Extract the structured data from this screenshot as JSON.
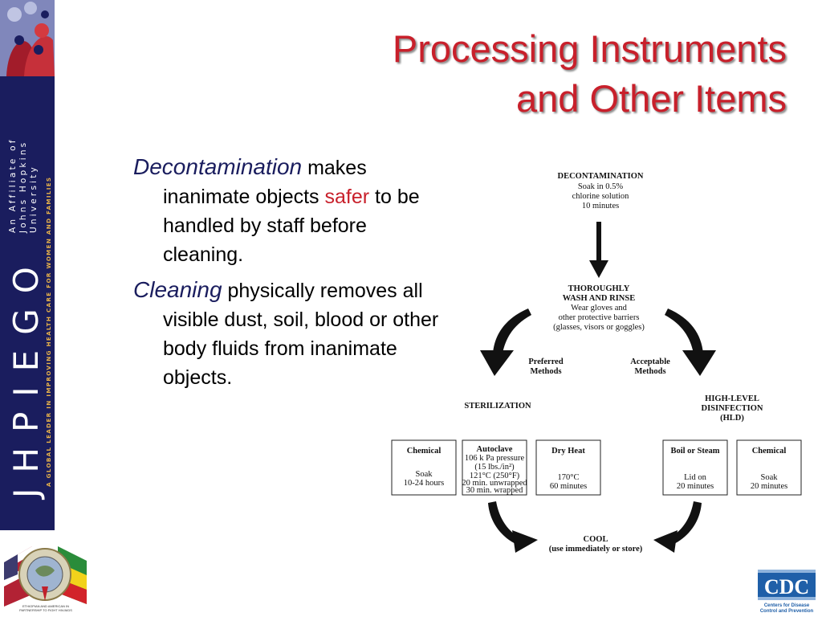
{
  "slide": {
    "title_line1": "Processing Instruments",
    "title_line2": "and Other Items"
  },
  "sidebar": {
    "brand": "JHPIEGO",
    "affiliate_line1": "An Affiliate of",
    "affiliate_line2": "Johns Hopkins",
    "affiliate_line3": "University",
    "tagline": "A GLOBAL LEADER IN IMPROVING HEALTH CARE FOR WOMEN AND FAMILIES",
    "seal_text": "ETHIOPIAN AND AMERICAN IN PARTNERSHIP TO FIGHT HIV/AIDS"
  },
  "body": {
    "p1_term": "Decontamination",
    "p1_a": " makes inanimate objects ",
    "p1_highlight": "safer",
    "p1_b": " to be handled by staff before cleaning.",
    "p2_term": "Cleaning",
    "p2_text": " physically removes all visible dust, soil, blood or other body fluids from inanimate objects."
  },
  "flowchart": {
    "decon_title": "DECONTAMINATION",
    "decon_line1": "Soak in 0.5%",
    "decon_line2": "chlorine solution",
    "decon_line3": "10 minutes",
    "wash_title1": "THOROUGHLY",
    "wash_title2": "WASH AND RINSE",
    "wash_line1": "Wear gloves and",
    "wash_line2": "other protective barriers",
    "wash_line3": "(glasses, visors or goggles)",
    "preferred1": "Preferred",
    "preferred2": "Methods",
    "acceptable1": "Acceptable",
    "acceptable2": "Methods",
    "sterilization": "STERILIZATION",
    "hld1": "HIGH-LEVEL",
    "hld2": "DISINFECTION",
    "hld3": "(HLD)",
    "box1_title": "Chemical",
    "box1_l1": "Soak",
    "box1_l2": "10-24 hours",
    "box2_title": "Autoclave",
    "box2_l1": "106 k Pa pressure",
    "box2_l2": "(15 lbs./in²)",
    "box2_l3": "121°C (250°F)",
    "box2_l4": "20 min. unwrapped",
    "box2_l5": "30 min. wrapped",
    "box3_title": "Dry Heat",
    "box3_l1": "170°C",
    "box3_l2": "60 minutes",
    "box4_title": "Boil or Steam",
    "box4_l1": "Lid on",
    "box4_l2": "20 minutes",
    "box5_title": "Chemical",
    "box5_l1": "Soak",
    "box5_l2": "20 minutes",
    "cool_title": "COOL",
    "cool_line": "(use immediately or store)"
  },
  "cdc": {
    "logo": "CDC",
    "line1": "Centers for Disease",
    "line2": "Control and Prevention"
  },
  "colors": {
    "title_red": "#c8202b",
    "navy": "#1a1d5e",
    "tagline_gold": "#e6b14a"
  }
}
